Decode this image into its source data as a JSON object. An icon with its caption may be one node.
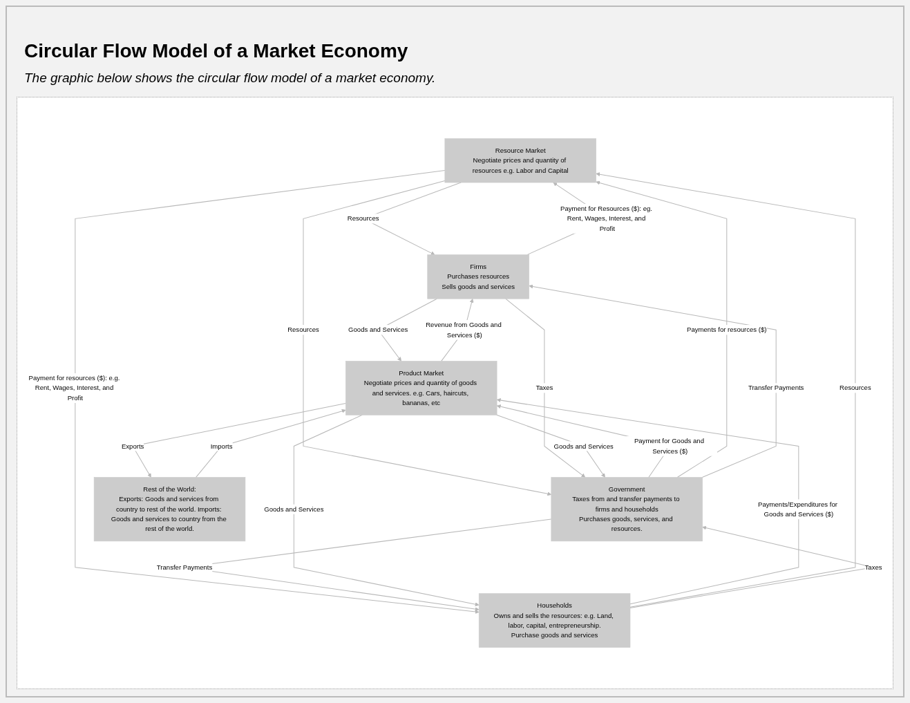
{
  "diagram": {
    "title": "Circular Flow Model of a Market Economy",
    "caption": "The graphic below shows the circular flow model of a market economy.",
    "nodes": [
      {
        "text": [
          "Resource Market",
          "Negotiate prices and quantity of resources e.g. Labor and Capital"
        ]
      },
      {
        "text": [
          "Firms",
          "Purchases resources",
          "Sells goods and services"
        ]
      },
      {
        "text": [
          "Government",
          "Taxes from and transfer payments to firms and households",
          "Purchases goods, services, and resources."
        ]
      },
      {
        "text": [
          "Households",
          "Owns and sells the resources: e.g. Land, labor, capital, entrepreneurship.",
          "Purchase goods and services"
        ]
      },
      {
        "text": [
          "Product Market",
          "Negotiate prices and quantity of goods and services. e.g. Cars, haircuts, bananas, etc"
        ]
      },
      {
        "text": [
          "Rest of the World:",
          "Exports: Goods and services from country to rest of the world. Imports: Goods and services to country from the rest of the world."
        ]
      }
    ],
    "edges": [
      {
        "from": 0,
        "to": 1,
        "arrow": "to",
        "label": "Resources"
      },
      {
        "from": 0,
        "to": 2,
        "arrow": "to",
        "label": "Resources"
      },
      {
        "from": 0,
        "to": 3,
        "arrow": "to",
        "label": "Payment for resources ($): e.g. Rent, Wages, Interest, and Profit"
      },
      {
        "from": 1,
        "to": 4,
        "arrow": "to",
        "label": "Goods and Services"
      },
      {
        "from": 2,
        "to": 4,
        "arrow": "to",
        "label": "Payment for Goods and Services ($)"
      },
      {
        "from": 3,
        "to": 4,
        "arrow": "to",
        "label": "Payments/Expenditures for Goods and Services ($)"
      },
      {
        "from": 4,
        "to": 5,
        "arrow": "to",
        "label": "Exports"
      },
      {
        "from": 1,
        "to": 0,
        "arrow": "to",
        "label": "Payment for Resources ($): eg. Rent, Wages, Interest, and Profit"
      },
      {
        "from": 3,
        "to": 0,
        "arrow": "to",
        "label": "Resources"
      },
      {
        "from": 2,
        "to": 0,
        "arrow": "to",
        "label": "Payments for resources ($)"
      },
      {
        "from": 1,
        "to": 2,
        "arrow": "to",
        "label": "Taxes"
      },
      {
        "from": 2,
        "to": 1,
        "arrow": "to",
        "label": "Transfer Payments"
      },
      {
        "from": 2,
        "to": 3,
        "arrow": "to",
        "label": "Transfer Payments"
      },
      {
        "from": 3,
        "to": 2,
        "arrow": "to",
        "label": "Taxes"
      },
      {
        "from": 4,
        "to": 2,
        "arrow": "to",
        "label": "Goods and Services"
      },
      {
        "from": 4,
        "to": 1,
        "arrow": "to",
        "label": "Revenue from Goods and Services ($)"
      },
      {
        "from": 4,
        "to": 3,
        "arrow": "to",
        "label": "Goods and Services"
      },
      {
        "from": 5,
        "to": 4,
        "arrow": "to",
        "label": "Imports"
      }
    ]
  }
}
